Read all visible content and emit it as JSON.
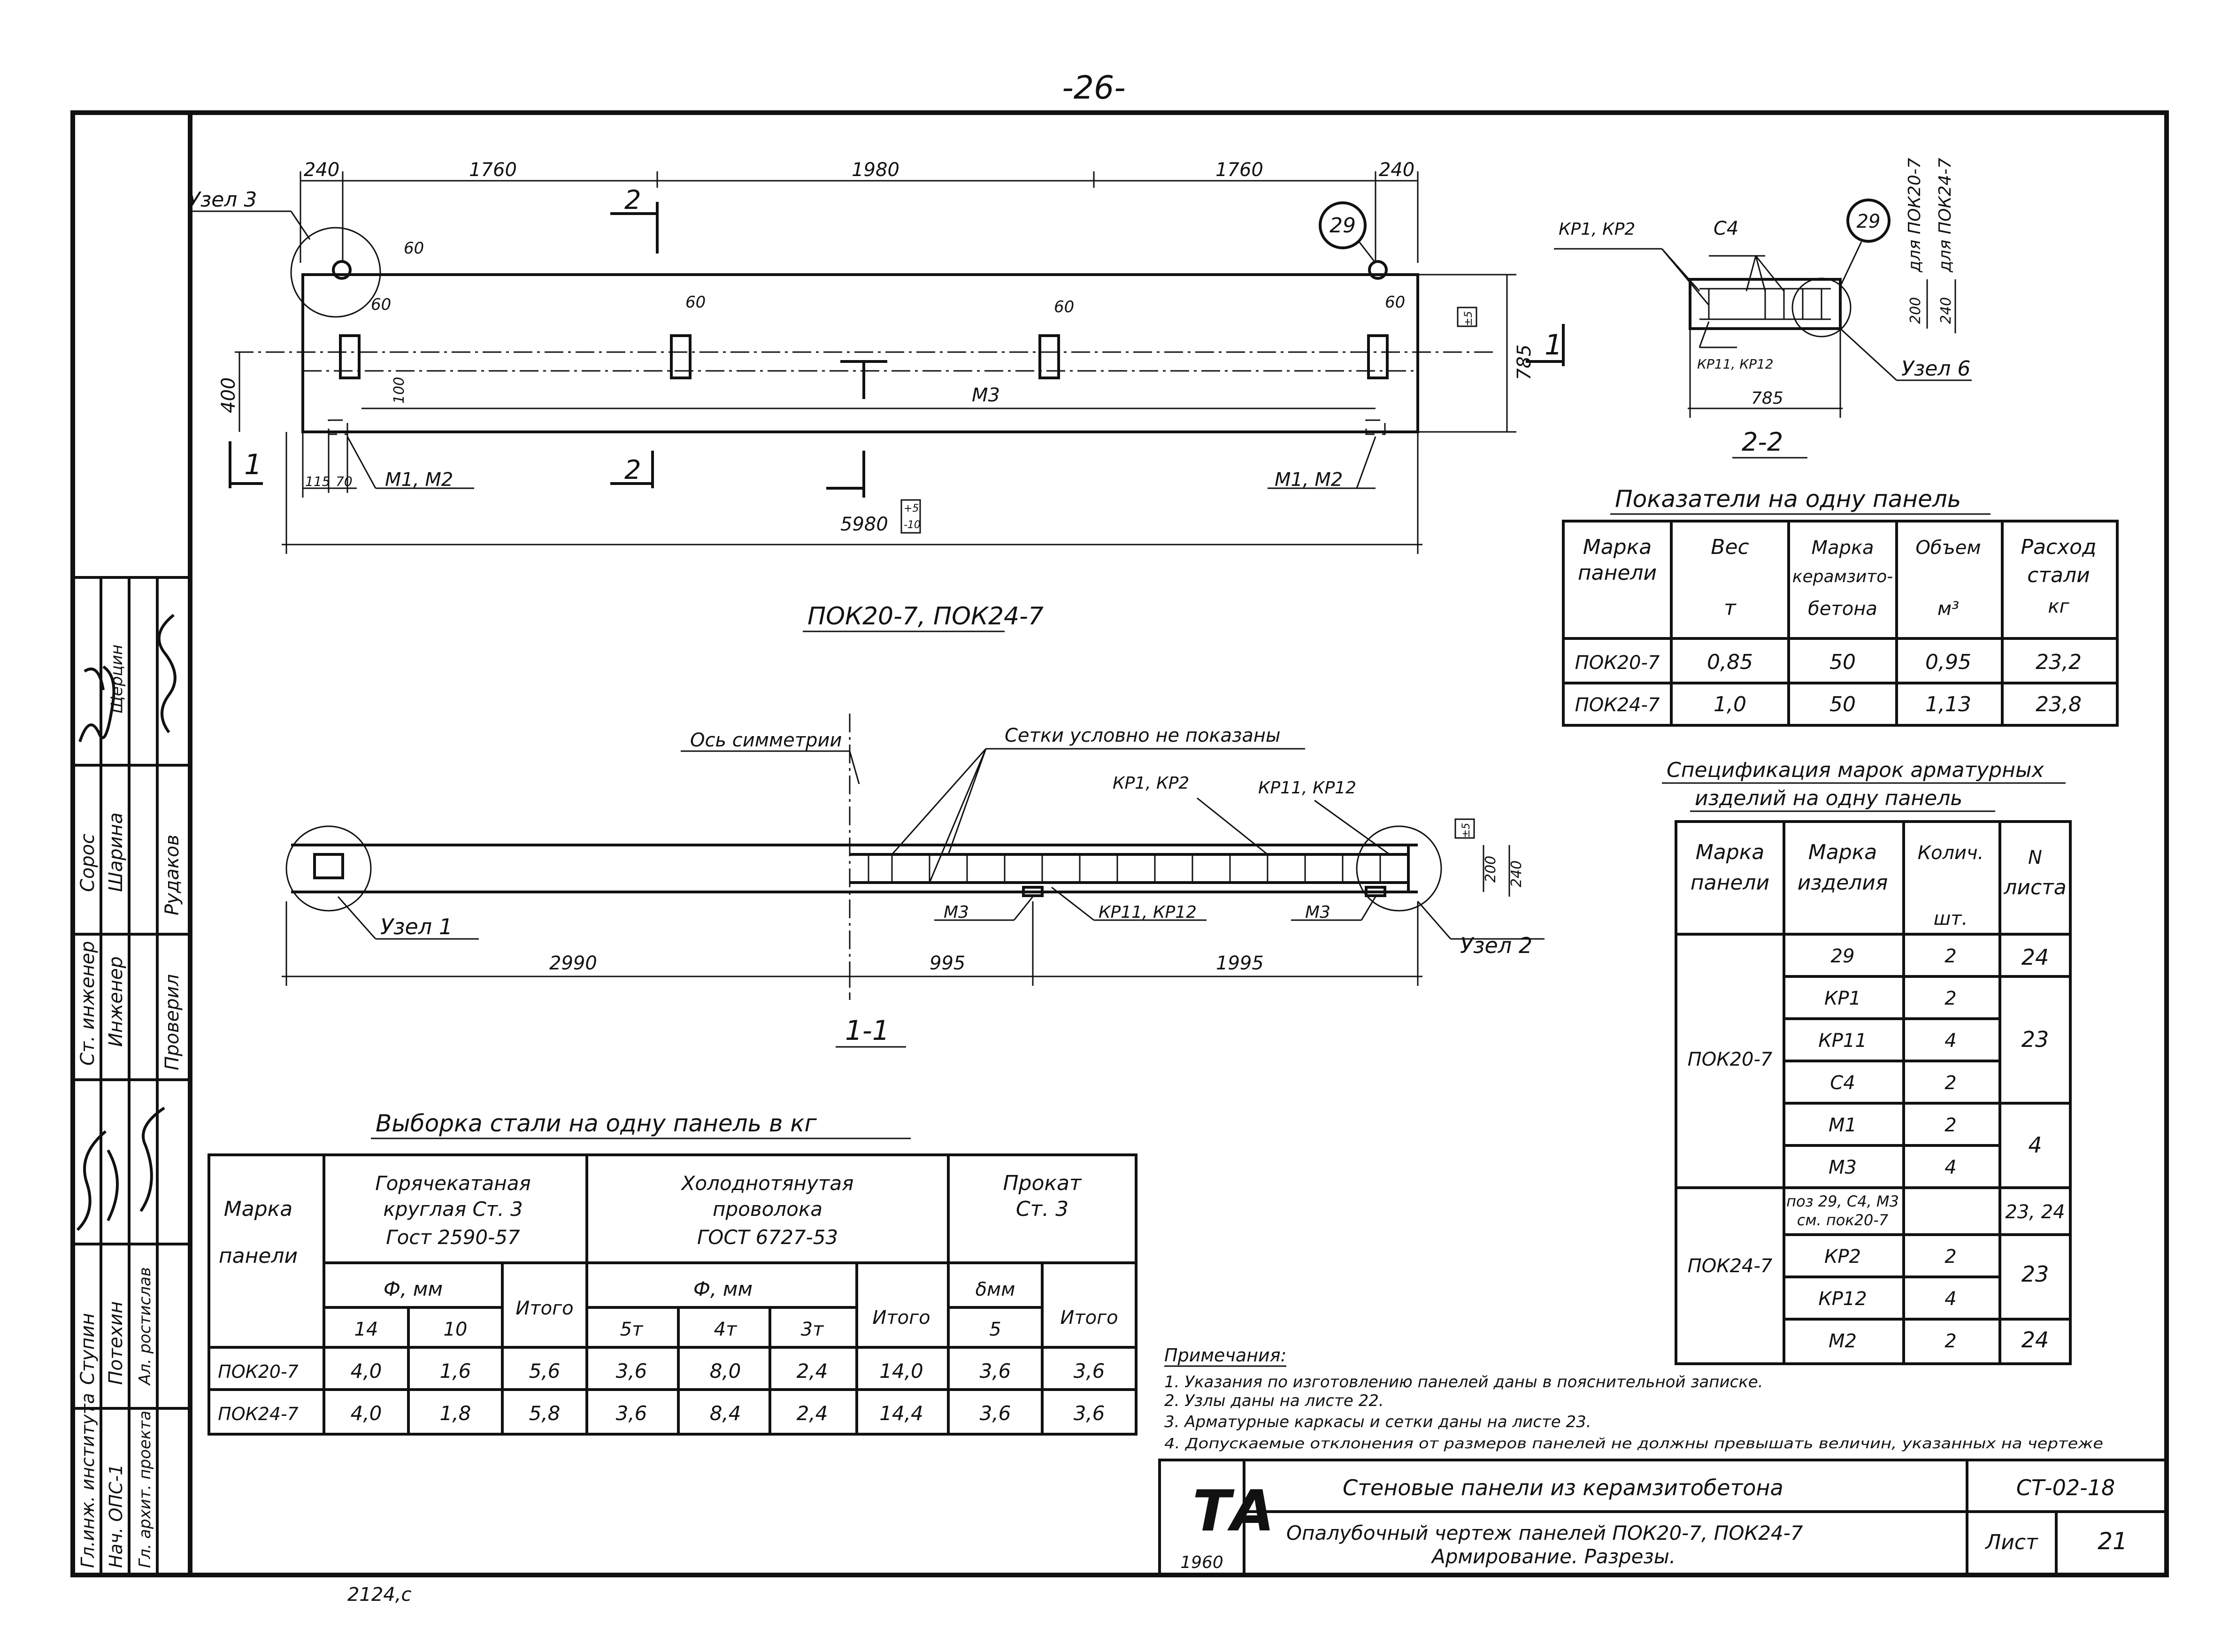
{
  "page_number": "-26-",
  "plan": {
    "dims_top": [
      "240",
      "1760",
      "1980",
      "1760",
      "240"
    ],
    "uzel3": "Узел 3",
    "node29": "29",
    "d60": "60",
    "d400": "400",
    "d100": "100",
    "d785": "785",
    "m3": "М3",
    "m1m2": "М1, М2",
    "d115": "115",
    "d70": "70",
    "d5980": "5980",
    "tol_a": "+5",
    "tol_b": "-10",
    "tol_c": "±5",
    "section1": "1",
    "section2": "2",
    "title": "ПОК20-7, ПОК24-7"
  },
  "section22": {
    "kp1kp2": "КР1, КР2",
    "c4": "С4",
    "node29": "29",
    "for_pok20": "для ПОК20-7",
    "for_pok24": "для ПОК24-7",
    "d200": "200",
    "d240": "240",
    "kp11kp12": "КР11, КР12",
    "uzel6": "Узел 6",
    "d785": "785",
    "title": "2-2"
  },
  "section11": {
    "axis_sym": "Ось симметрии",
    "nets_note": "Сетки условно не показаны",
    "kp1kp2": "КР1, КР2",
    "kp11kp12": "КР11, КР12",
    "m3": "М3",
    "kp11kp12_low": "КР11, КР12",
    "uzel1": "Узел 1",
    "uzel2": "Узел 2",
    "d200": "200",
    "d240": "240",
    "tol": "±5",
    "d2990": "2990",
    "d995": "995",
    "d1995": "1995",
    "title": "1-1"
  },
  "indicators": {
    "title": "Показатели на одну панель",
    "headers": [
      "Марка панели",
      "Вес т",
      "Марка керамзито-бетона",
      "Объем м³",
      "Расход стали кг"
    ],
    "h_mark": "Марка",
    "h_panel": "панели",
    "h_weight": "Вес",
    "h_t": "т",
    "h_brand": "Марка",
    "h_keram": "керамзито-",
    "h_beton": "бетона",
    "h_vol": "Объем",
    "h_m3": "м³",
    "h_rash": "Расход",
    "h_stali": "стали",
    "h_kg": "кг",
    "rows": [
      [
        "ПОК20-7",
        "0,85",
        "50",
        "0,95",
        "23,2"
      ],
      [
        "ПОК24-7",
        "1,0",
        "50",
        "1,13",
        "23,8"
      ]
    ]
  },
  "spec": {
    "title1": "Спецификация марок арматурных",
    "title2": "изделий на одну панель",
    "h_mark": "Марка",
    "h_panel": "панели",
    "h_izd_mark": "Марка",
    "h_izd": "изделия",
    "h_kol": "Колич.",
    "h_sht": "шт.",
    "h_n": "N",
    "h_list": "листа",
    "pok20": "ПОК20-7",
    "pok24": "ПОК24-7",
    "rows20": [
      [
        "29",
        "2"
      ],
      [
        "КР1",
        "2"
      ],
      [
        "КР11",
        "4"
      ],
      [
        "С4",
        "2"
      ],
      [
        "М1",
        "2"
      ],
      [
        "М3",
        "4"
      ]
    ],
    "sheets20": [
      "24",
      "23",
      "4"
    ],
    "pos_note1": "поз 29, С4, М3",
    "pos_note2": "см. пок20-7",
    "pos_sheet": "23, 24",
    "rows24": [
      [
        "КР2",
        "2"
      ],
      [
        "КР12",
        "4"
      ],
      [
        "М2",
        "2"
      ]
    ],
    "sheets24": [
      "23",
      "24"
    ]
  },
  "steel": {
    "title": "Выборка стали на одну панель в кг",
    "h_mark": "Марка",
    "h_panel": "панели",
    "hot1": "Горячекатаная",
    "hot2": "круглая Ст. 3",
    "hot3": "Гост 2590-57",
    "cold1": "Холоднотянутая",
    "cold2": "проволока",
    "cold3": "ГОСТ 6727-53",
    "prok1": "Прокат",
    "prok2": "Ст. 3",
    "phi_mm": "Ф, мм",
    "phi_mm2": "Ф, мм",
    "itogo": "Итого",
    "itogo2": "Итого",
    "itogo3": "Итого",
    "delta_mm": "δмм",
    "d14": "14",
    "d10": "10",
    "d5t": "5т",
    "d4t": "4т",
    "d3t": "3т",
    "d5": "5",
    "rows": [
      [
        "ПОК20-7",
        "4,0",
        "1,6",
        "5,6",
        "3,6",
        "8,0",
        "2,4",
        "14,0",
        "3,6",
        "3,6"
      ],
      [
        "ПОК24-7",
        "4,0",
        "1,8",
        "5,8",
        "3,6",
        "8,4",
        "2,4",
        "14,4",
        "3,6",
        "3,6"
      ]
    ]
  },
  "notes": {
    "title": "Примечания:",
    "items": [
      "1. Указания по изготовлению панелей даны в пояснительной записке.",
      "2. Узлы даны на листе 22.",
      "3. Арматурные каркасы и сетки даны на листе 23.",
      "4. Допускаемые отклонения от размеров панелей не должны превышать величин, указанных на чертеже"
    ]
  },
  "stamp": {
    "logo": "ТА",
    "year": "1960",
    "project": "Стеновые панели из керамзитобетона",
    "code": "СТ-02-18",
    "sheet_title1": "Опалубочный чертеж панелей ПОК20-7, ПОК24-7",
    "sheet_title2": "Армирование. Разрезы.",
    "sheet_label": "Лист",
    "sheet_no": "21"
  },
  "side_block": {
    "r1": "Гл.инж. института",
    "r1b": "Ступин",
    "r2": "Нач. ОПС-1",
    "r2b": "Потехин",
    "r3": "Гл. архит. проекта",
    "r3b": "Ал. ростислав",
    "r4": "Ст. инженер",
    "r4b": "Сорос",
    "r5": "Инженер",
    "r5b": "Шарина",
    "r6": "Проверил",
    "r6b": "Рудаков",
    "r7b": "Щерцин"
  },
  "bottom_mark": "2124,с"
}
